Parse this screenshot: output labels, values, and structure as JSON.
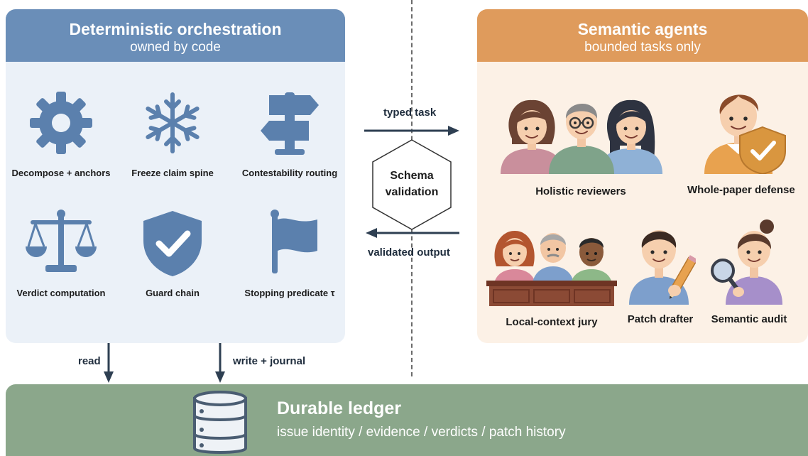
{
  "orchestration": {
    "title": "Deterministic orchestration",
    "subtitle": "owned by code",
    "components": [
      {
        "label": "Decompose + anchors",
        "icon": "gear-icon"
      },
      {
        "label": "Freeze claim spine",
        "icon": "snowflake-icon"
      },
      {
        "label": "Contestability routing",
        "icon": "signpost-icon"
      },
      {
        "label": "Verdict computation",
        "icon": "scales-icon"
      },
      {
        "label": "Guard chain",
        "icon": "shield-check-icon"
      },
      {
        "label": "Stopping predicate τ",
        "icon": "flag-icon"
      }
    ],
    "color": "#6a8eb8"
  },
  "agents": {
    "title": "Semantic agents",
    "subtitle": "bounded tasks only",
    "roles": [
      {
        "label": "Holistic reviewers",
        "icon": "reviewer-group-icon"
      },
      {
        "label": "Whole-paper defense",
        "icon": "defender-shield-icon"
      },
      {
        "label": "Local-context jury",
        "icon": "jury-box-icon"
      },
      {
        "label": "Patch drafter",
        "icon": "pencil-person-icon"
      },
      {
        "label": "Semantic audit",
        "icon": "magnifier-person-icon"
      }
    ],
    "color": "#df9b5c"
  },
  "interface": {
    "task_label": "typed task",
    "validation_label": "Schema\nvalidation",
    "output_label": "validated output"
  },
  "io": {
    "read_label": "read",
    "write_label": "write + journal"
  },
  "ledger": {
    "title": "Durable ledger",
    "subtitle": "issue identity / evidence / verdicts / patch history",
    "color": "#8ba78b"
  }
}
